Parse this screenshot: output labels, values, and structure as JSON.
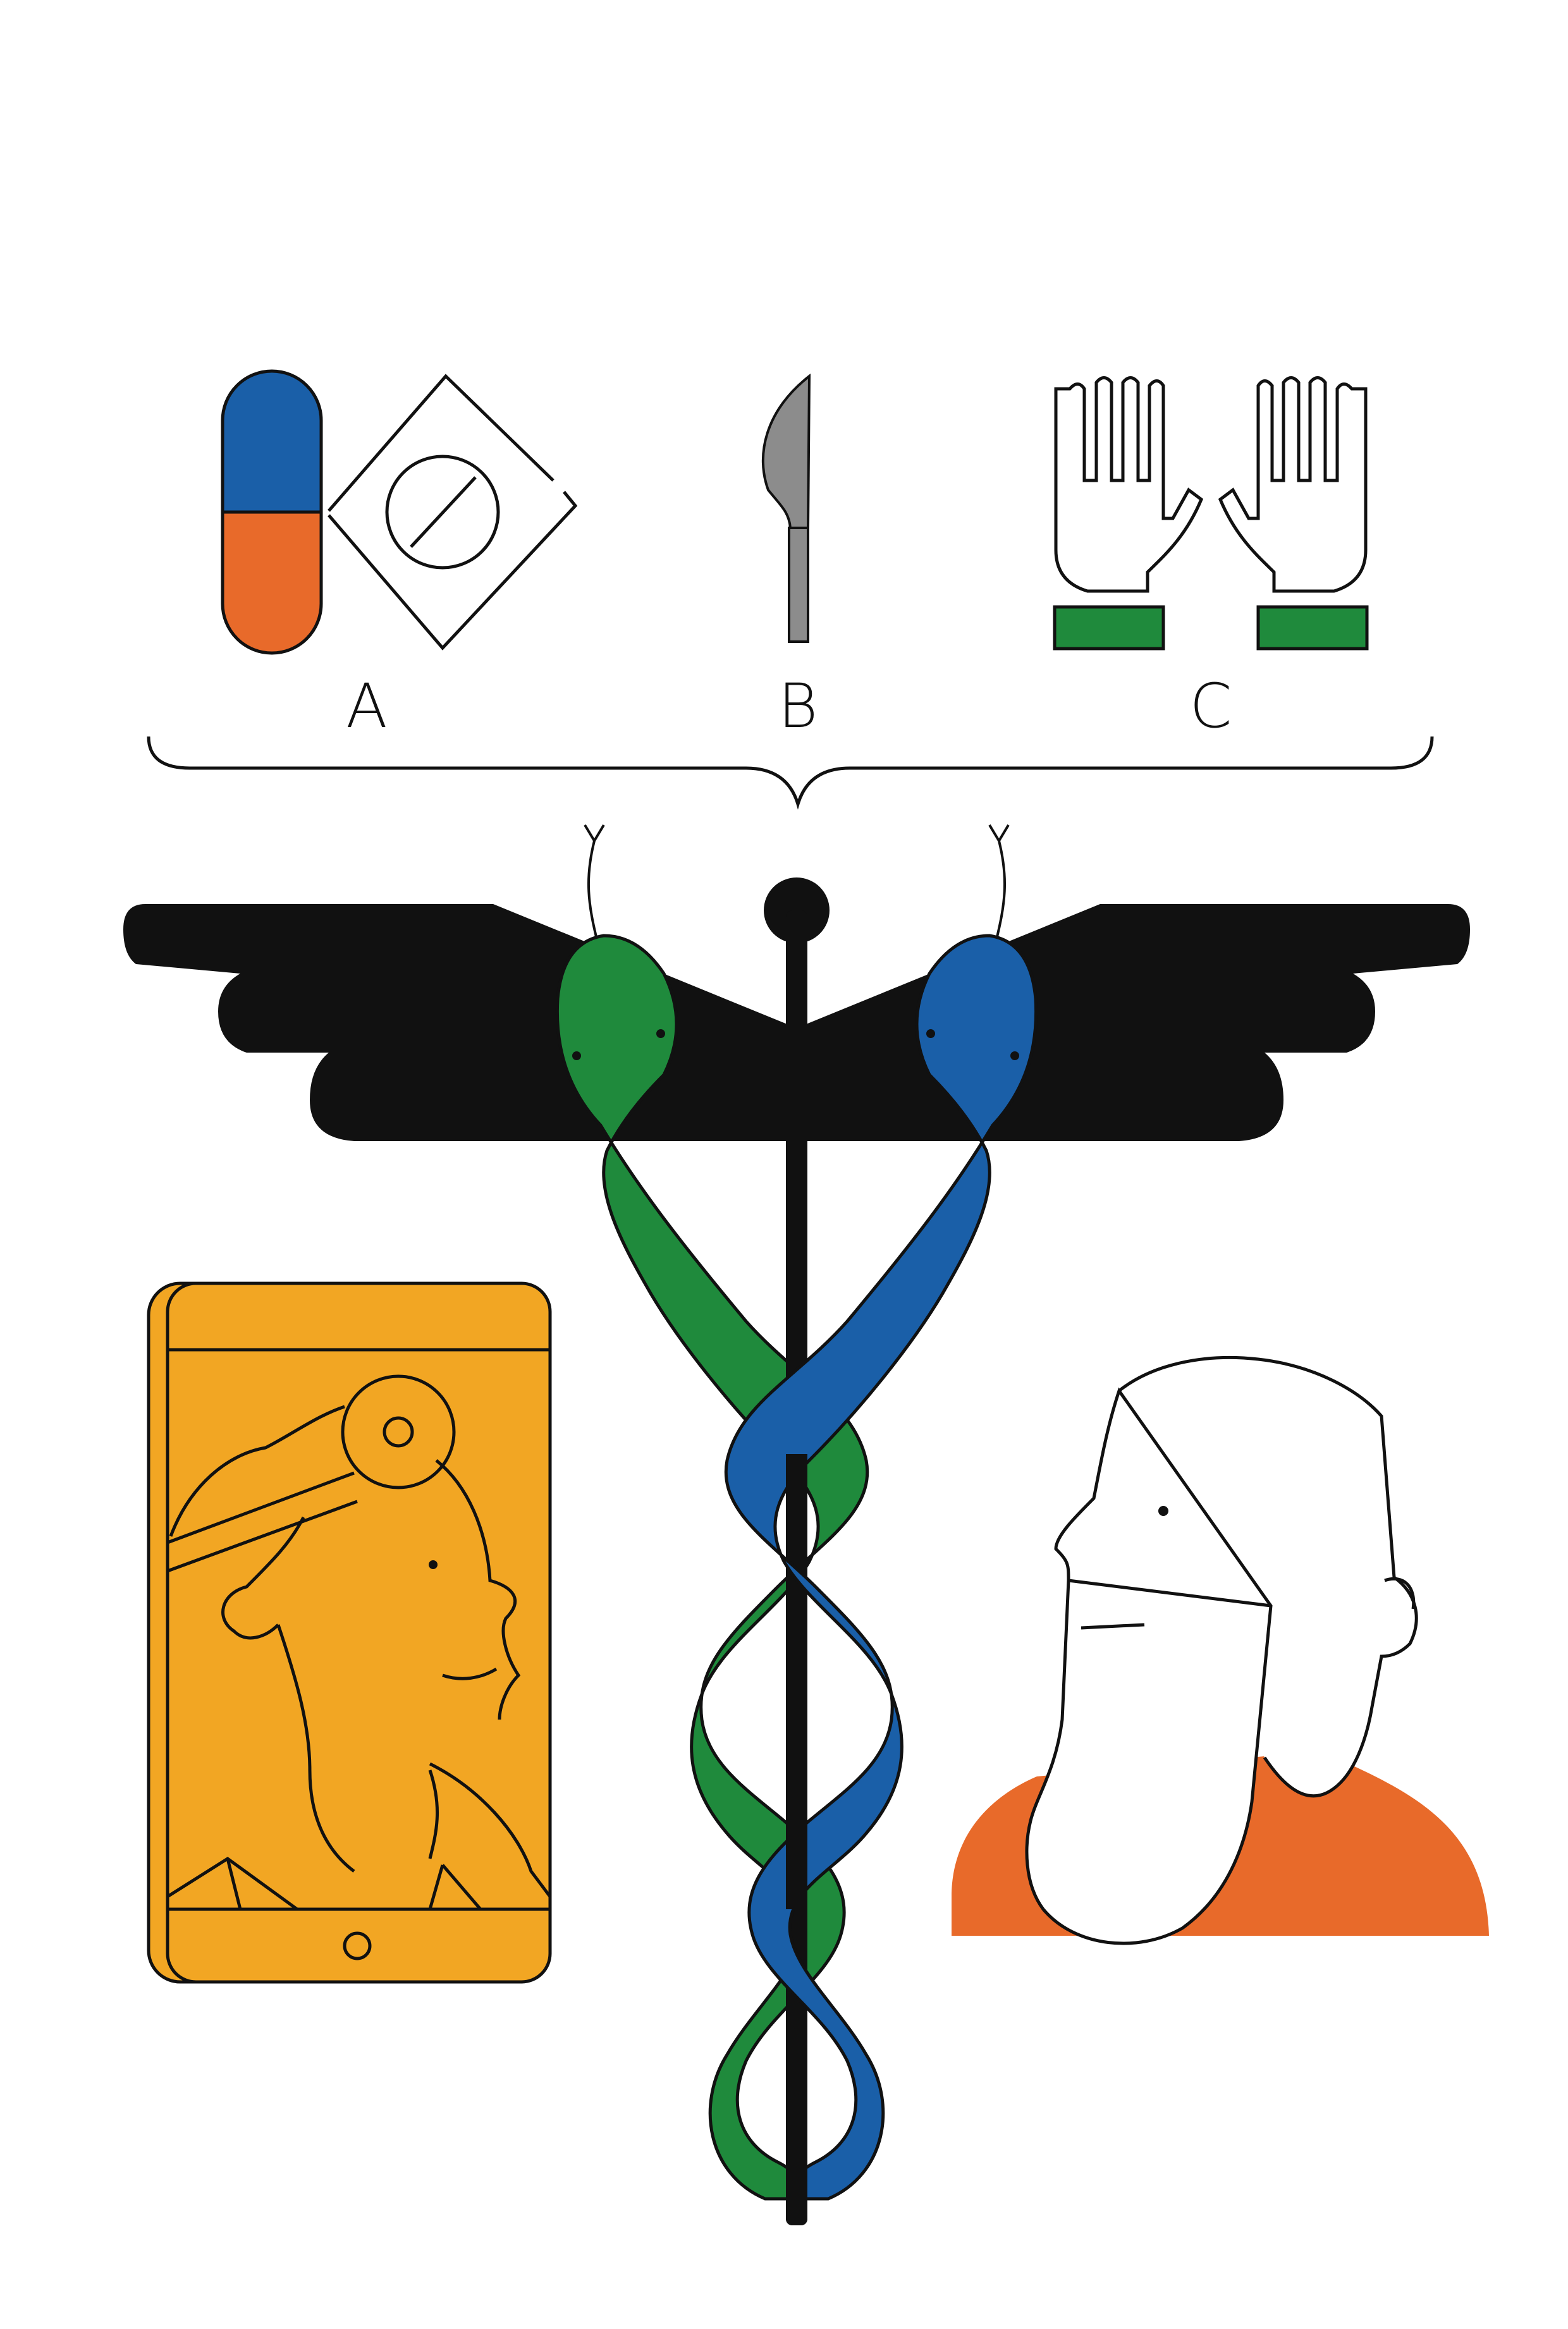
{
  "labels": {
    "a": "A",
    "b": "B",
    "c": "C"
  },
  "colors": {
    "black": "#111111",
    "blue": "#1a5fa8",
    "orange": "#e86a2a",
    "green": "#1f8a3c",
    "gray": "#8c8c8c",
    "amber": "#f2a623",
    "white": "#ffffff"
  },
  "icons": [
    "capsule-icon",
    "tablet-pill-icon",
    "scalpel-icon",
    "surgical-gloves-icon",
    "caduceus-icon",
    "snake-icon",
    "wing-icon",
    "smartphone-icon",
    "doctor-head-mirror-icon",
    "bald-man-icon"
  ]
}
